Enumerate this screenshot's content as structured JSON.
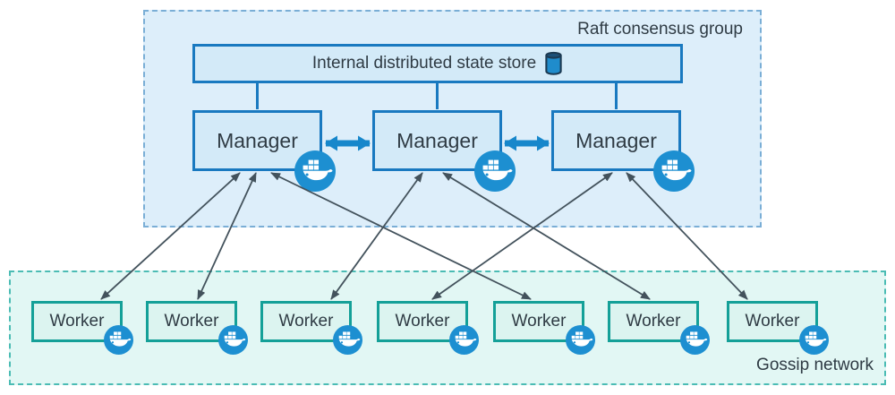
{
  "raft_group": {
    "label": "Raft consensus group",
    "state_store": {
      "label": "Internal distributed state store",
      "icon": "database-cylinder-icon"
    }
  },
  "managers": [
    {
      "id": "manager-1",
      "label": "Manager",
      "badge_icon": "docker-whale-icon"
    },
    {
      "id": "manager-2",
      "label": "Manager",
      "badge_icon": "docker-whale-icon"
    },
    {
      "id": "manager-3",
      "label": "Manager",
      "badge_icon": "docker-whale-icon"
    }
  ],
  "gossip_network": {
    "label": "Gossip network"
  },
  "workers": [
    {
      "id": "worker-1",
      "label": "Worker",
      "badge_icon": "docker-whale-icon"
    },
    {
      "id": "worker-2",
      "label": "Worker",
      "badge_icon": "docker-whale-icon"
    },
    {
      "id": "worker-3",
      "label": "Worker",
      "badge_icon": "docker-whale-icon"
    },
    {
      "id": "worker-4",
      "label": "Worker",
      "badge_icon": "docker-whale-icon"
    },
    {
      "id": "worker-5",
      "label": "Worker",
      "badge_icon": "docker-whale-icon"
    },
    {
      "id": "worker-6",
      "label": "Worker",
      "badge_icon": "docker-whale-icon"
    },
    {
      "id": "worker-7",
      "label": "Worker",
      "badge_icon": "docker-whale-icon"
    }
  ],
  "connections": {
    "state_store_links": [
      "manager-1",
      "manager-2",
      "manager-3"
    ],
    "manager_peer_links": [
      {
        "from": "manager-1",
        "to": "manager-2",
        "style": "thick-double-arrow"
      },
      {
        "from": "manager-2",
        "to": "manager-3",
        "style": "thick-double-arrow"
      }
    ],
    "manager_worker_links": [
      {
        "from": "manager-1",
        "to": "worker-1"
      },
      {
        "from": "manager-1",
        "to": "worker-2"
      },
      {
        "from": "manager-1",
        "to": "worker-5"
      },
      {
        "from": "manager-2",
        "to": "worker-3"
      },
      {
        "from": "manager-2",
        "to": "worker-6"
      },
      {
        "from": "manager-3",
        "to": "worker-4"
      },
      {
        "from": "manager-3",
        "to": "worker-7"
      }
    ],
    "manager_worker_style": "thin-double-arrow"
  },
  "colors": {
    "raft_fill": "#ddeefa",
    "raft_border": "#7aaed6",
    "blue_box_fill": "#d3eaf8",
    "blue_box_border": "#1979c0",
    "gossip_fill": "#e2f7f4",
    "gossip_border": "#4bbcb4",
    "worker_fill": "#dcf4f0",
    "worker_border": "#14a098",
    "docker_badge": "#1d8fd1",
    "thick_arrow": "#1787cb",
    "thin_arrow": "#43525c",
    "text": "#2f3b44",
    "db_icon_fill": "#1f8ccc",
    "db_icon_stroke": "#1c3a52"
  }
}
